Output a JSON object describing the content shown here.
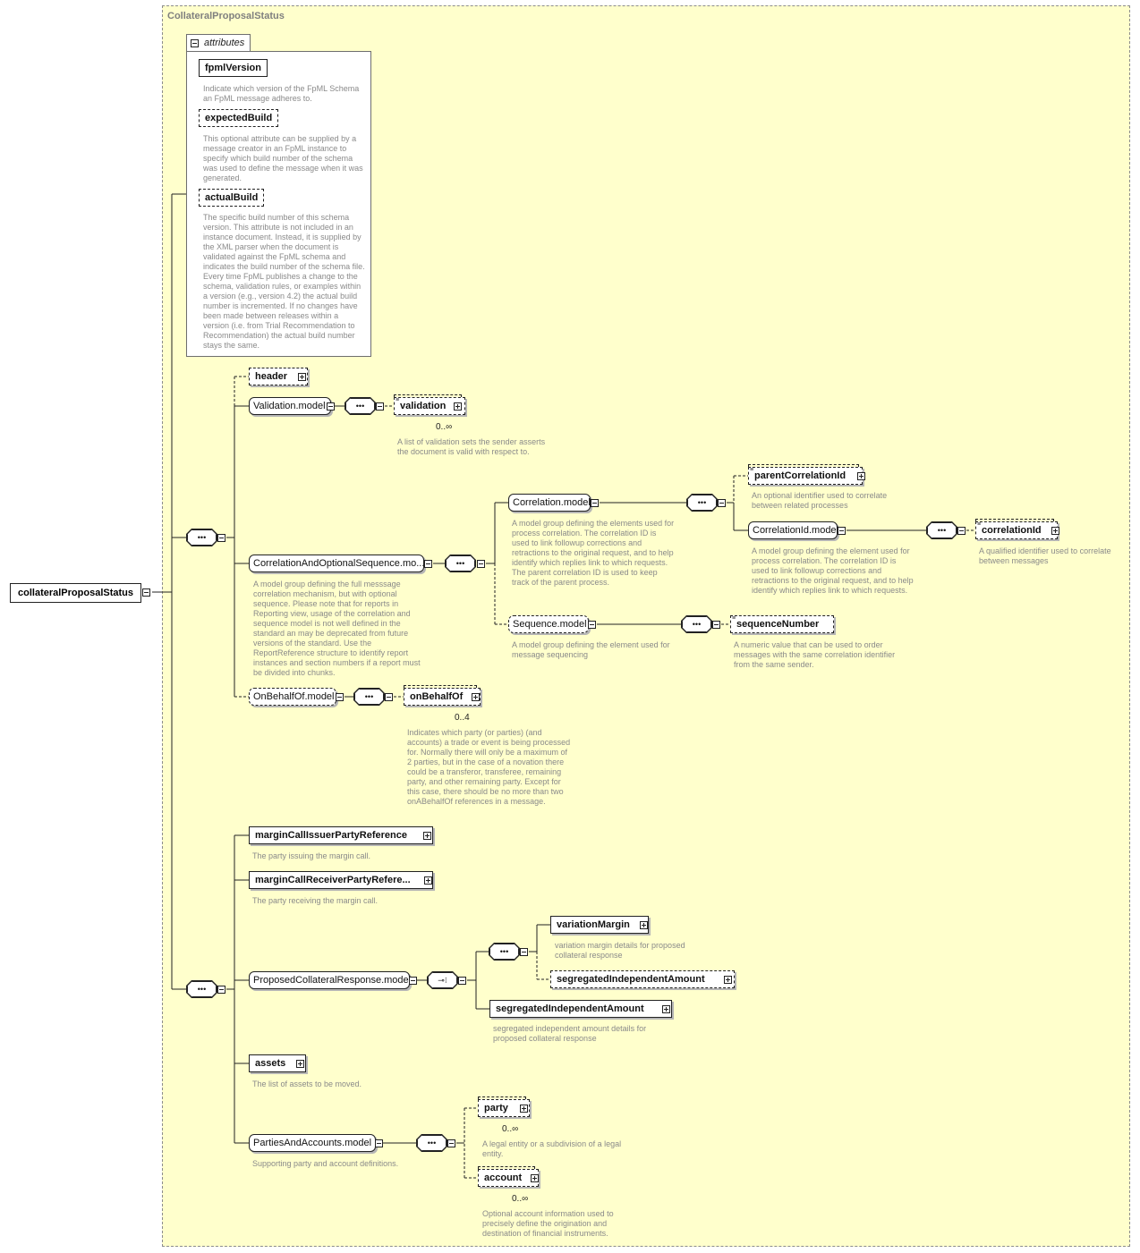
{
  "root": {
    "name": "collateralProposalStatus"
  },
  "complex_type_label": "CollateralProposalStatus",
  "attributes": {
    "tab_label": "attributes",
    "items": [
      {
        "name": "fpmlVersion",
        "doc": "Indicate which version of the FpML Schema an FpML message adheres to."
      },
      {
        "name": "expectedBuild",
        "doc": "This optional attribute can be supplied by a message creator in an FpML instance to specify which build number of the schema was used to define the message when it was generated."
      },
      {
        "name": "actualBuild",
        "doc": "The specific build number of this schema version. This attribute is not included in an instance document. Instead, it is supplied by the XML parser when the document is validated against the FpML schema and indicates the build number of the schema file. Every time FpML publishes a change to the schema, validation rules, or examples within a version (e.g., version 4.2) the actual build number is incremented. If no changes have been made between releases within a version (i.e. from Trial Recommendation to Recommendation) the actual build number stays the same."
      }
    ]
  },
  "nodes": {
    "header": "header",
    "validation_model": "Validation.model",
    "validation": "validation",
    "validation_card": "0..∞",
    "validation_doc": "A list of validation sets the sender asserts the document is valid with respect to.",
    "corr_opt_seq": "CorrelationAndOptionalSequence.mo...",
    "corr_opt_seq_doc": "A model group defining the full messsage correlation mechanism, but with optional sequence. Please note that for reports in Reporting view, usage of the correlation and sequence model is not well defined in the standard an may be deprecated from future versions of the standard. Use the ReportReference structure to identify report instances and section numbers if a report must be divided into chunks.",
    "correlation_model": "Correlation.model",
    "correlation_model_doc": "A model group defining the elements used for process correlation. The correlation ID is used to link followup corrections and retractions to the original request, and to help identify which replies link to which requests. The parent correlation ID is used to keep track of the parent process.",
    "parent_correlation_id": "parentCorrelationId",
    "parent_correlation_id_doc": "An optional identifier used to correlate between related processes",
    "correlation_id_model": "CorrelationId.model",
    "correlation_id_model_doc": "A model group defining the element used for process correlation. The correlation ID is used to link followup corrections and retractions to the original request, and to help identify which replies link to which requests.",
    "correlation_id": "correlationId",
    "correlation_id_doc": "A qualified identifier used to correlate between messages",
    "sequence_model": "Sequence.model",
    "sequence_model_doc": "A model group defining the element used for message sequencing",
    "sequence_number": "sequenceNumber",
    "sequence_number_doc": "A numeric value that can be used to order messages with the same correlation identifier from the same sender.",
    "on_behalf_of_model": "OnBehalfOf.model",
    "on_behalf_of": "onBehalfOf",
    "on_behalf_of_card": "0..4",
    "on_behalf_of_doc": "Indicates which party (or parties) (and accounts) a trade or event is being processed for. Normally there will only be a maximum of 2 parties, but in the case of a novation there could be a transferor, transferee, remaining party, and other remaining party. Except for this case, there should be no more than two onABehalfOf references in a message.",
    "issuer_ref": "marginCallIssuerPartyReference",
    "issuer_ref_doc": "The party issuing the margin call.",
    "receiver_ref": "marginCallReceiverPartyRefere...",
    "receiver_ref_doc": "The party receiving the margin call.",
    "pcr_model": "ProposedCollateralResponse.model",
    "variation_margin": "variationMargin",
    "variation_margin_doc": "variation margin details for proposed collateral response",
    "seg_amount_opt": "segregatedIndependentAmount",
    "seg_amount": "segregatedIndependentAmount",
    "seg_amount_doc": "segregated independent amount details for proposed collateral response",
    "assets": "assets",
    "assets_doc": "The list of assets to be moved.",
    "pa_model": "PartiesAndAccounts.model",
    "pa_model_doc": "Supporting party and account definitions.",
    "party": "party",
    "party_card": "0..∞",
    "party_doc": "A legal entity or a subdivision of a legal entity.",
    "account": "account",
    "account_card": "0..∞",
    "account_doc": "Optional account information used to precisely define the origination and destination of financial instruments."
  },
  "compositor_symbols": {
    "sequence": "•••",
    "choice": "⊸⁝"
  }
}
